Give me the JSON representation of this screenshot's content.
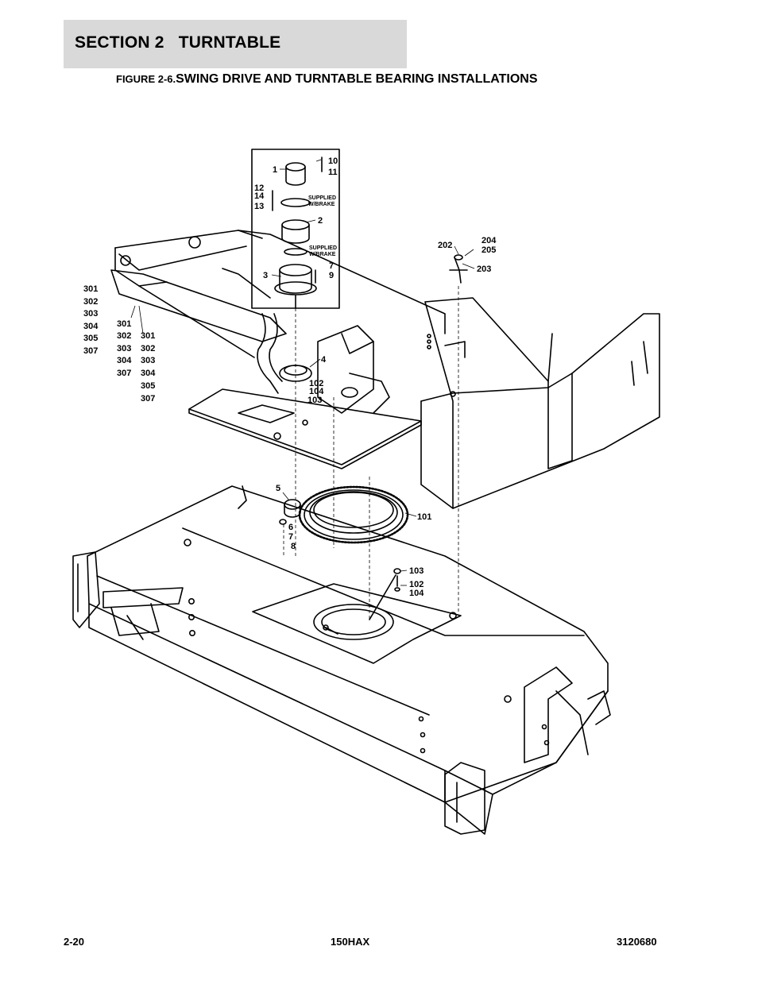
{
  "header": {
    "section_title": "SECTION 2   TURNTABLE"
  },
  "figure": {
    "prefix": "FIGURE 2-6.",
    "title": "SWING DRIVE AND TURNTABLE BEARING INSTALLATIONS"
  },
  "callouts": {
    "c1": "1",
    "c10": "10",
    "c11": "11",
    "c12": "12",
    "c14": "14",
    "c13": "13",
    "supplied_a_1": "SUPPLIED",
    "supplied_a_2": "W/BRAKE",
    "c2": "2",
    "supplied_b_1": "SUPPLIED",
    "supplied_b_2": "W/BRAKE",
    "c3": "3",
    "c7a": "7",
    "c9": "9",
    "c202": "202",
    "c204": "204",
    "c205": "205",
    "c203": "203",
    "c4": "4",
    "c102a": "102",
    "c104a": "104",
    "c103a": "103",
    "c5": "5",
    "c6": "6",
    "c7b": "7",
    "c8": "8",
    "c101": "101",
    "c103b": "103",
    "c102b": "102",
    "c104b": "104",
    "colA": [
      "301",
      "302",
      "303",
      "304",
      "305",
      "307"
    ],
    "colB": [
      "301",
      "302",
      "303",
      "304",
      "307"
    ],
    "colC": [
      "301",
      "302",
      "303",
      "304",
      "305",
      "307"
    ]
  },
  "footer": {
    "page_number": "2-20",
    "model": "150HAX",
    "doc_number": "3120680"
  }
}
